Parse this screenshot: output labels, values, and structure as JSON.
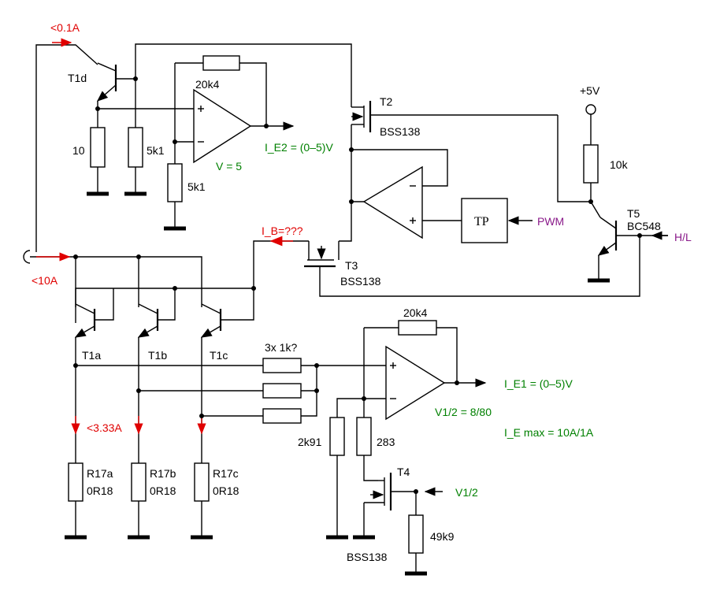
{
  "colors": {
    "wire": "#000000",
    "annotation_red": "#e00000",
    "annotation_green": "#008000",
    "annotation_purple": "#8a1a8a"
  },
  "labels": {
    "i_low": "<0.1A",
    "i_high": "<10A",
    "t1d": "T1d",
    "t1a": "T1a",
    "t1b": "T1b",
    "t1c": "T1c",
    "r_10": "10",
    "r_5k1_a": "5k1",
    "r_5k1_b": "5k1",
    "r_20k4_top": "20k4",
    "gain_top": "V = 5",
    "t2": "T2",
    "t2_type": "BSS138",
    "i_e2": "I_E2 = (0–5)V",
    "supply": "+5V",
    "r_10k": "10k",
    "tp": "TP",
    "pwm": "PWM",
    "t5": "T5",
    "t5_type": "BC548",
    "hl": "H/L",
    "i_b": "I_B=???",
    "t3": "T3",
    "t3_type": "BSS138",
    "r_20k4_bot": "20k4",
    "r_3x1k": "3x 1k?",
    "i_e1": "I_E1 = (0–5)V",
    "gain_bot": "V1/2 = 8/80",
    "i_e_max": "I_E max = 10A/1A",
    "r_2k91": "2k91",
    "r_283": "283",
    "t4": "T4",
    "v12": "V1/2",
    "r_49k9": "49k9",
    "t4_type": "BSS138",
    "i_branch": "<3.33A",
    "r17a": "R17a",
    "r17b": "R17b",
    "r17c": "R17c",
    "r17a_val": "0R18",
    "r17b_val": "0R18",
    "r17c_val": "0R18"
  }
}
